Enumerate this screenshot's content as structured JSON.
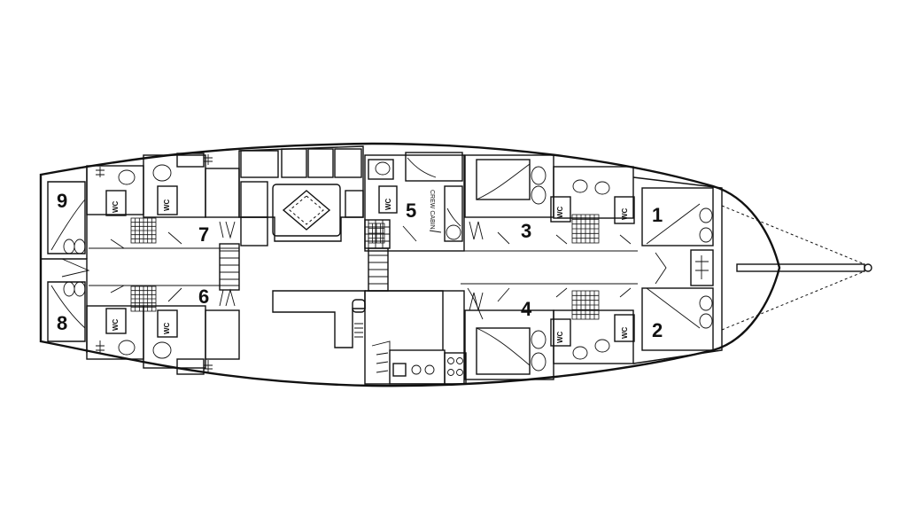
{
  "cabins": [
    {
      "id": "1",
      "label": "1"
    },
    {
      "id": "2",
      "label": "2"
    },
    {
      "id": "3",
      "label": "3"
    },
    {
      "id": "4",
      "label": "4"
    },
    {
      "id": "5",
      "label": "5"
    },
    {
      "id": "6",
      "label": "6"
    },
    {
      "id": "7",
      "label": "7"
    },
    {
      "id": "8",
      "label": "8"
    },
    {
      "id": "9",
      "label": "9"
    }
  ],
  "wc_label": "WC",
  "crew_cabin_label": "CREW CABIN",
  "colors": {
    "line": "#111111",
    "background": "#ffffff"
  }
}
